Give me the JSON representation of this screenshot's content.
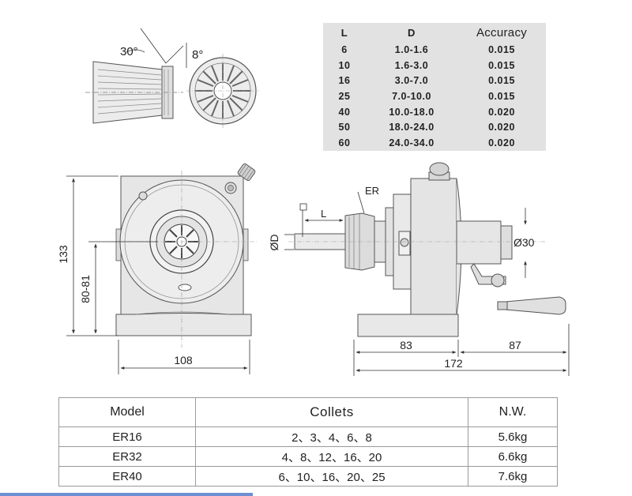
{
  "collet_diagram": {
    "angle_left": "30°",
    "angle_right": "8°"
  },
  "spec_table": {
    "headers": [
      "L",
      "D",
      "Accuracy"
    ],
    "rows": [
      [
        "6",
        "1.0-1.6",
        "0.015"
      ],
      [
        "10",
        "1.6-3.0",
        "0.015"
      ],
      [
        "16",
        "3.0-7.0",
        "0.015"
      ],
      [
        "25",
        "7.0-10.0",
        "0.015"
      ],
      [
        "40",
        "10.0-18.0",
        "0.020"
      ],
      [
        "50",
        "18.0-24.0",
        "0.020"
      ],
      [
        "60",
        "24.0-34.0",
        "0.020"
      ]
    ]
  },
  "front_view": {
    "dim_height_total": "133",
    "dim_height_center": "80-81",
    "dim_width": "108"
  },
  "side_view": {
    "label_er": "ER",
    "label_l": "L",
    "label_d": "ØD",
    "label_shaft": "Ø30",
    "dim_left": "83",
    "dim_right": "87",
    "dim_total": "172"
  },
  "model_table": {
    "headers": [
      "Model",
      "Collets",
      "N.W."
    ],
    "rows": [
      [
        "ER16",
        "2、3、4、6、8",
        "5.6kg"
      ],
      [
        "ER32",
        "4、8、12、16、20",
        "6.6kg"
      ],
      [
        "ER40",
        "6、10、16、20、25",
        "7.6kg"
      ]
    ]
  }
}
